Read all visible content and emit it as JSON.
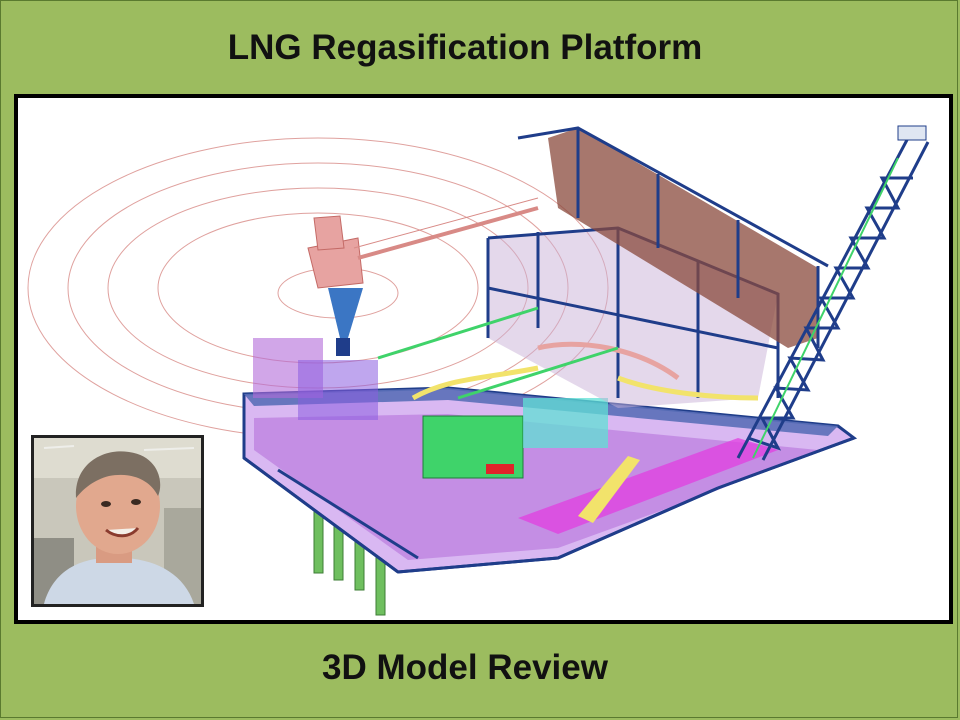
{
  "slide": {
    "title": "LNG Regasification Platform",
    "subtitle": "3D Model Review"
  },
  "colors": {
    "background": "#9cbc5f",
    "panel": "#ffffff",
    "structure_blue": "#1f3d8a",
    "crane_salmon": "#e7a3a1",
    "module_purple": "#b36bd8",
    "module_green": "#3fd36a",
    "pipe_yellow": "#f2e36b",
    "leg_green": "#6fbf5f"
  },
  "images": {
    "model_render": "3d-platform-model",
    "presenter": "presenter-webcam"
  }
}
